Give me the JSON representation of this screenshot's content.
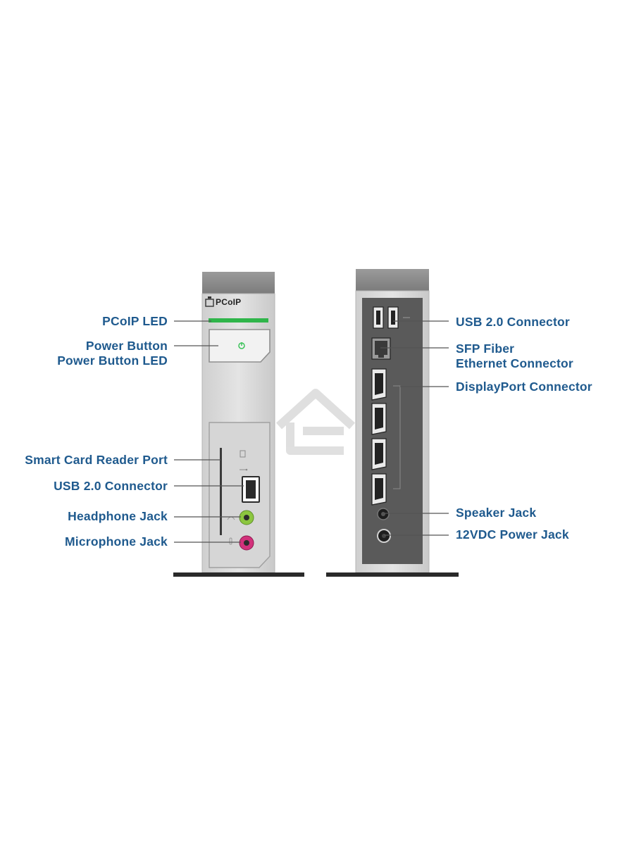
{
  "device": {
    "logo_text": "PCoIP"
  },
  "front_labels": [
    {
      "id": "pcoip-led",
      "lines": [
        "PCoIP LED"
      ]
    },
    {
      "id": "power-button",
      "lines": [
        "Power Button",
        "Power Button LED"
      ]
    },
    {
      "id": "smart-card-reader-port",
      "lines": [
        "Smart Card Reader Port"
      ]
    },
    {
      "id": "usb-connector-front",
      "lines": [
        "USB 2.0 Connector"
      ]
    },
    {
      "id": "headphone-jack",
      "lines": [
        "Headphone Jack"
      ]
    },
    {
      "id": "microphone-jack",
      "lines": [
        "Microphone Jack"
      ]
    }
  ],
  "rear_labels": [
    {
      "id": "usb-connector-rear",
      "lines": [
        "USB 2.0 Connector"
      ]
    },
    {
      "id": "sfp-fiber-ethernet",
      "lines": [
        "SFP Fiber",
        "Ethernet Connector"
      ]
    },
    {
      "id": "displayport-connector",
      "lines": [
        "DisplayPort Connector"
      ]
    },
    {
      "id": "speaker-jack",
      "lines": [
        "Speaker Jack"
      ]
    },
    {
      "id": "power-jack-12vdc",
      "lines": [
        "12VDC Power Jack"
      ]
    }
  ],
  "colors": {
    "label_text": "#1f5a8e",
    "pcoip_led": "#2fb54a",
    "headphone_jack": "#8cc63f",
    "microphone_jack": "#d2317b",
    "rear_panel": "#5a5a5a"
  }
}
